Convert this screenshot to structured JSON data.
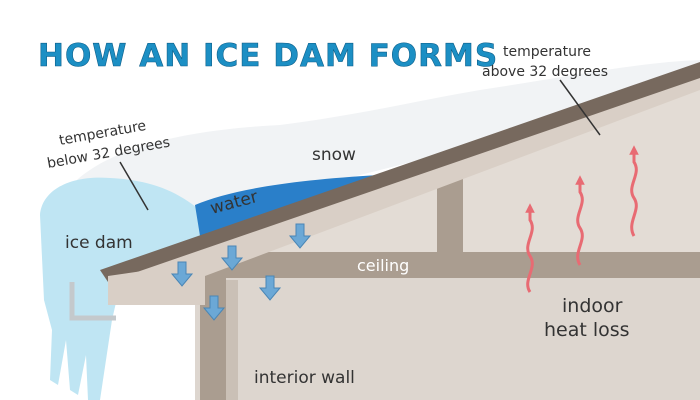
{
  "title": "HOW AN ICE DAM FORMS",
  "labels": {
    "temp_below_line1": "temperature",
    "temp_below_line2": "below 32 degrees",
    "temp_above_line1": "temperature",
    "temp_above_line2": "above 32 degrees",
    "snow": "snow",
    "water": "water",
    "ice_dam": "ice dam",
    "ceiling": "ceiling",
    "heat_line1": "indoor",
    "heat_line2": "heat loss",
    "interior_wall": "interior wall"
  },
  "colors": {
    "title": "#1c8fc4",
    "ice": "#bfe5f3",
    "water": "#2a7fc9",
    "snow": "#f1f3f5",
    "roof_shingle": "#77695e",
    "roof_edge": "#d9cfc6",
    "wall": "#ddd6cf",
    "beam": "#aa9d90",
    "drip_arrow": "#6ba8d6",
    "heat_arrow": "#e86b73"
  },
  "icons": {
    "drip_arrow": "arrow-down-icon",
    "heat_arrow": "wavy-arrow-up-icon"
  }
}
